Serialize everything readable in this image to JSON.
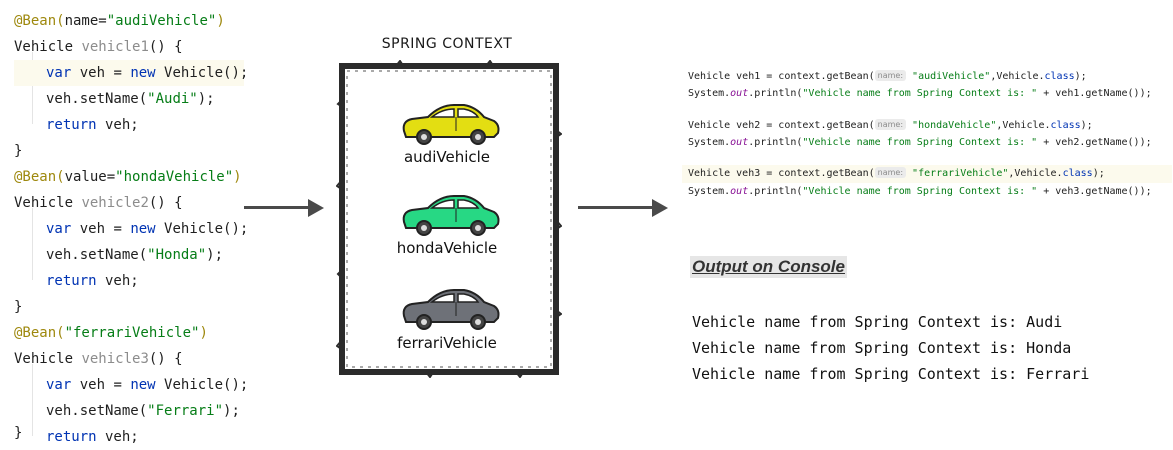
{
  "left_code": {
    "beans": [
      {
        "annotation": "@Bean(",
        "attr": "name=",
        "name": "\"audiVehicle\"",
        "close": ")",
        "type": "Vehicle ",
        "method": "vehicle1",
        "sig_end": "() {",
        "var_kw": "var",
        "var_mid": " veh = ",
        "new_kw": "new",
        "ctor": " Vehicle();",
        "set_pre": "veh.setName(",
        "set_val": "\"Audi\"",
        "set_post": ");",
        "ret_kw": "return",
        "ret_rest": " veh;",
        "brace": "}"
      },
      {
        "annotation": "@Bean(",
        "attr": "value=",
        "name": "\"hondaVehicle\"",
        "close": ")",
        "type": "Vehicle ",
        "method": "vehicle2",
        "sig_end": "() {",
        "var_kw": "var",
        "var_mid": " veh = ",
        "new_kw": "new",
        "ctor": " Vehicle();",
        "set_pre": "veh.setName(",
        "set_val": "\"Honda\"",
        "set_post": ");",
        "ret_kw": "return",
        "ret_rest": " veh;",
        "brace": "}"
      },
      {
        "annotation": "@Bean(",
        "attr": "",
        "name": "\"ferrariVehicle\"",
        "close": ")",
        "type": "Vehicle ",
        "method": "vehicle3",
        "sig_end": "() {",
        "var_kw": "var",
        "var_mid": " veh = ",
        "new_kw": "new",
        "ctor": " Vehicle();",
        "set_pre": "veh.setName(",
        "set_val": "\"Ferrari\"",
        "set_post": ");",
        "ret_kw": "return",
        "ret_rest": " veh;",
        "brace": "}"
      }
    ]
  },
  "context": {
    "title": "SPRING CONTEXT",
    "beans": [
      {
        "label": "audiVehicle",
        "color": "#e3de12"
      },
      {
        "label": "hondaVehicle",
        "color": "#27d884"
      },
      {
        "label": "ferrariVehicle",
        "color": "#6e7178"
      }
    ]
  },
  "right_code": {
    "lookups": [
      {
        "pre": "Vehicle veh1 = context.getBean(",
        "hint": "name:",
        "name": " \"audiVehicle\"",
        "mid": ",Vehicle.",
        "cls": "class",
        "end": ");",
        "p_pre": "System.",
        "p_out": "out",
        "p_mid": ".println(",
        "p_str": "\"Vehicle name from Spring Context is: \"",
        "p_end": " + veh1.getName());"
      },
      {
        "pre": "Vehicle veh2 = context.getBean(",
        "hint": "name:",
        "name": " \"hondaVehicle\"",
        "mid": ",Vehicle.",
        "cls": "class",
        "end": ");",
        "p_pre": "System.",
        "p_out": "out",
        "p_mid": ".println(",
        "p_str": "\"Vehicle name from Spring Context is: \"",
        "p_end": " + veh2.getName());"
      },
      {
        "pre": "Vehicle veh3 = context.getBean(",
        "hint": "name:",
        "name": " \"ferrariVehicle\"",
        "mid": ",Vehicle.",
        "cls": "class",
        "end": ");",
        "p_pre": "System.",
        "p_out": "out",
        "p_mid": ".println(",
        "p_str": "\"Vehicle name from Spring Context is: \"",
        "p_end": " + veh3.getName());"
      }
    ]
  },
  "output": {
    "title": "Output on Console",
    "lines": [
      "Vehicle name from Spring Context is: Audi",
      "Vehicle name from Spring Context is: Honda",
      "Vehicle name from Spring Context is: Ferrari"
    ]
  }
}
